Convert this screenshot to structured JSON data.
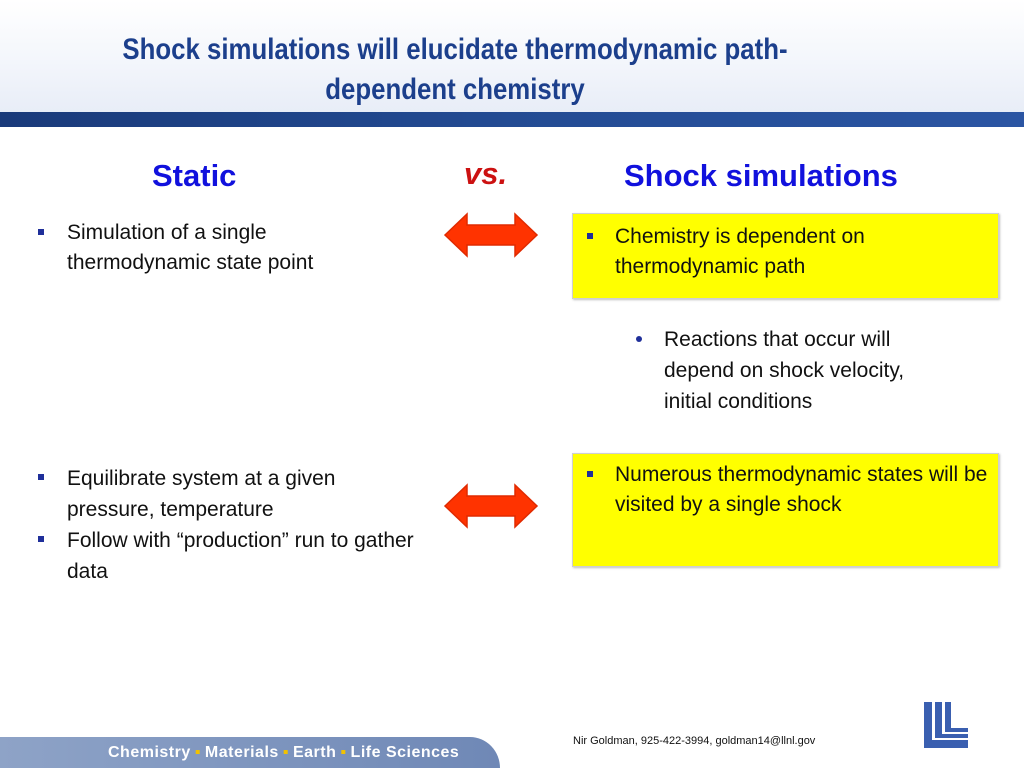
{
  "slide": {
    "title": "Shock simulations will elucidate thermodynamic path-dependent chemistry",
    "title_line1": "Shock simulations will elucidate thermodynamic path-",
    "title_line2": "dependent chemistry",
    "left_heading": "Static",
    "vs_label": "vs.",
    "right_heading": "Shock simulations",
    "left_bullets_top": [
      "Simulation of a single thermodynamic state point"
    ],
    "left_bullets_bottom": [
      "Equilibrate system at a given pressure, temperature",
      "Follow with “production” run to gather data"
    ],
    "right_box_top": "Chemistry is dependent on thermodynamic path",
    "right_sub_bullet": "Reactions that occur will depend on shock velocity, initial conditions",
    "right_box_bottom": "Numerous thermodynamic states will be visited by a single shock",
    "contact": "Nir Goldman, 925-422-3994, goldman14@llnl.gov",
    "footer_items": [
      "Chemistry",
      "Materials",
      "Earth",
      "Life Sciences"
    ]
  },
  "colors": {
    "title": "#1c3f8c",
    "heading": "#1111dd",
    "vs": "#cc1111",
    "highlight_box": "#ffff00",
    "arrow": "#ff3300"
  },
  "icons": {
    "arrow": "double-headed-arrow-icon",
    "logo": "llnl-logo"
  }
}
